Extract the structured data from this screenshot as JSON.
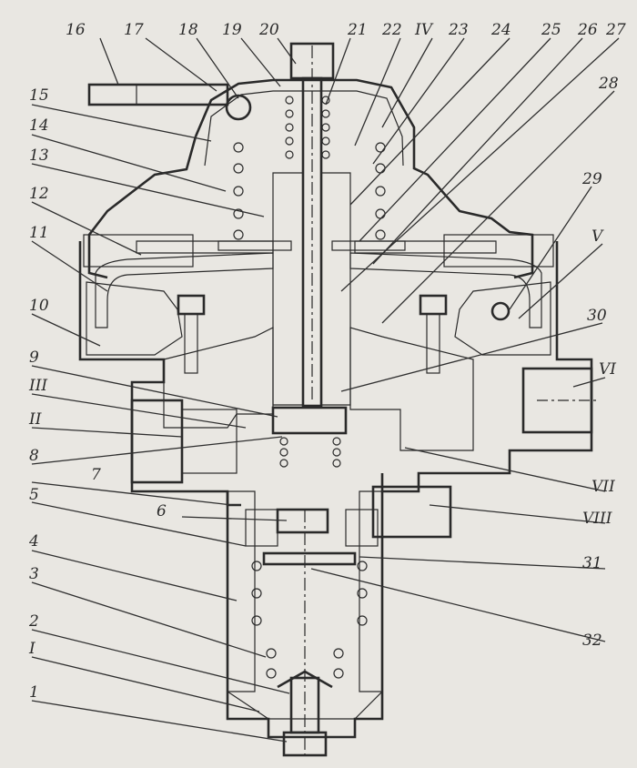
{
  "figure": {
    "callouts_top": [
      "16",
      "17",
      "18",
      "19",
      "20",
      "21",
      "22",
      "IV",
      "23",
      "24",
      "25",
      "26",
      "27",
      "28"
    ],
    "callouts_left": [
      "15",
      "14",
      "13",
      "12",
      "11",
      "10",
      "9",
      "III",
      "II",
      "8",
      "7",
      "5",
      "6",
      "4",
      "3",
      "2",
      "I",
      "1"
    ],
    "callouts_right": [
      "29",
      "V",
      "30",
      "VI",
      "VII",
      "VIII",
      "31",
      "32"
    ]
  },
  "colors": {
    "paper": "#e9e7e2",
    "ink": "#2a2a2a",
    "hatch": "#555555"
  }
}
